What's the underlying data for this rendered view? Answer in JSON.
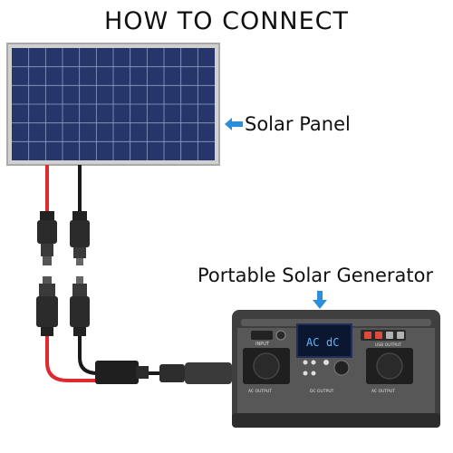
{
  "title": "HOW TO CONNECT",
  "labels": {
    "solar_panel": "Solar Panel",
    "generator": "Portable Solar Generator"
  },
  "device": {
    "display": {
      "left": "AC",
      "right": "dC"
    },
    "input_label": "INPUT",
    "usb_label": "USB OUTPUT",
    "ac_output_label": "AC OUTPUT",
    "dc_output_label": "DC OUTPUT"
  },
  "colors": {
    "arrow": "#2a8fd8",
    "panel_frame": "#c8c8c8",
    "panel_cell": "#2a3a6e",
    "cable_red": "#e0292e",
    "cable_black": "#1a1a1a",
    "device_body": "#4a4a4a",
    "connector_tip": "#d4b800"
  }
}
